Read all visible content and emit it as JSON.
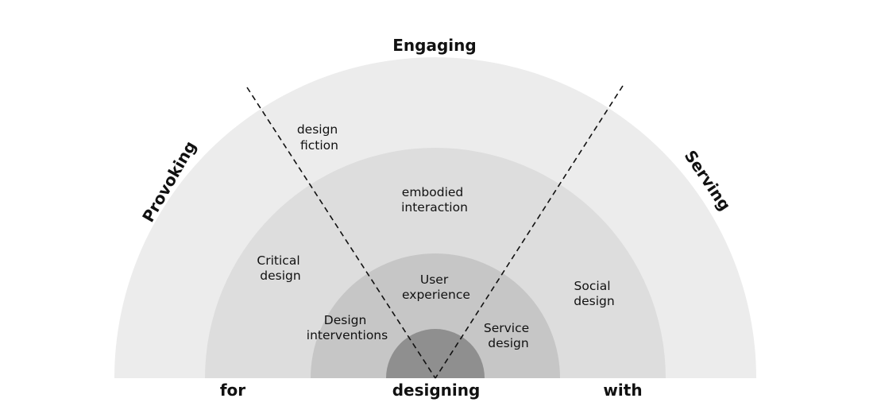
{
  "diagram": {
    "top_label": "Engaging",
    "left_label": "Provoking",
    "right_label": "Serving",
    "bottom_left_label": "for",
    "bottom_center_label": "designing",
    "bottom_right_label": "with",
    "regions": {
      "design_fiction": [
        "design",
        "fiction"
      ],
      "embodied_interaction": [
        "embodied",
        "interaction"
      ],
      "critical_design": [
        "Critical",
        "design"
      ],
      "social_design": [
        "Social",
        "design"
      ],
      "user_experience": [
        "User",
        "experience"
      ],
      "design_interventions": [
        "Design",
        "interventions"
      ],
      "service_design": [
        "Service",
        "design"
      ]
    },
    "colors": {
      "ring_outer": "#ececec",
      "ring_second": "#dddddd",
      "ring_third": "#c6c6c6",
      "ring_core": "#8f8f8f",
      "dashed_line": "#111111"
    }
  }
}
